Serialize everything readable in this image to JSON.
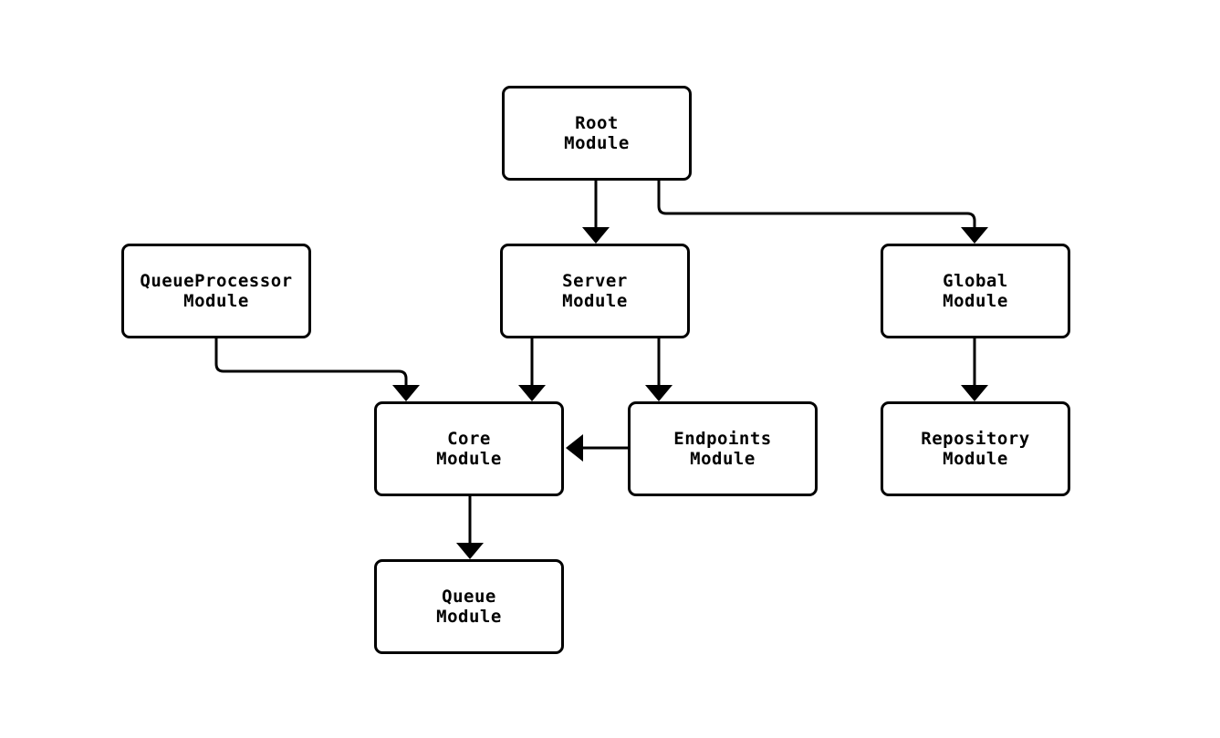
{
  "diagram": {
    "type": "module-dependency-flowchart",
    "background_color": "#ffffff",
    "node_fill_color": "#ffffff",
    "node_border_color": "#000000",
    "edge_color": "#000000",
    "nodes": [
      {
        "id": "root",
        "label": "Root\nModule"
      },
      {
        "id": "queueprocessor",
        "label": "QueueProcessor\nModule"
      },
      {
        "id": "server",
        "label": "Server\nModule"
      },
      {
        "id": "global",
        "label": "Global\nModule"
      },
      {
        "id": "core",
        "label": "Core\nModule"
      },
      {
        "id": "endpoints",
        "label": "Endpoints\nModule"
      },
      {
        "id": "repository",
        "label": "Repository\nModule"
      },
      {
        "id": "queue",
        "label": "Queue\nModule"
      }
    ],
    "edges": [
      {
        "from": "Root Module",
        "to": "Server Module"
      },
      {
        "from": "Root Module",
        "to": "Global Module"
      },
      {
        "from": "QueueProcessor Module",
        "to": "Core Module"
      },
      {
        "from": "Server Module",
        "to": "Core Module"
      },
      {
        "from": "Server Module",
        "to": "Endpoints Module"
      },
      {
        "from": "Endpoints Module",
        "to": "Core Module"
      },
      {
        "from": "Global Module",
        "to": "Repository Module"
      },
      {
        "from": "Core Module",
        "to": "Queue Module"
      }
    ]
  }
}
